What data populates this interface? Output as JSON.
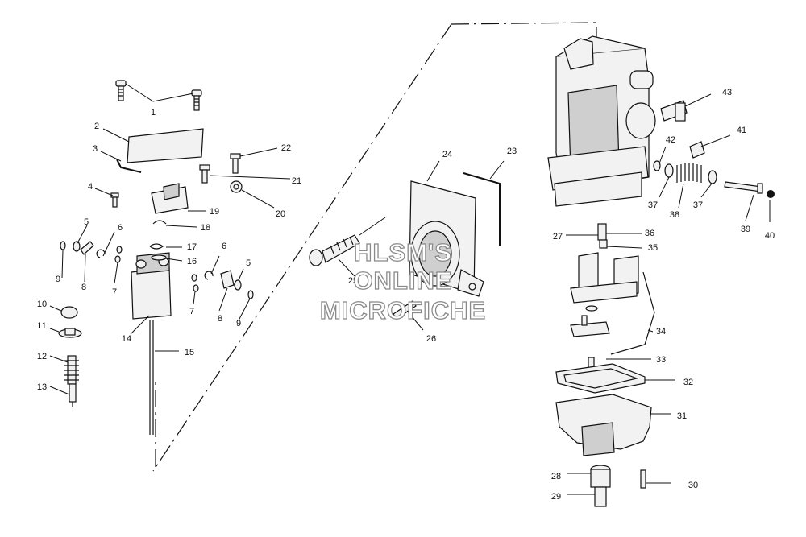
{
  "watermark": {
    "line1": "HLSM'S",
    "line2": "ONLINE",
    "line3": "MICROFICHE"
  },
  "callouts": [
    {
      "id": "c1",
      "text": "1"
    },
    {
      "id": "c2",
      "text": "2"
    },
    {
      "id": "c3",
      "text": "3"
    },
    {
      "id": "c4",
      "text": "4"
    },
    {
      "id": "c5a",
      "text": "5"
    },
    {
      "id": "c5b",
      "text": "5"
    },
    {
      "id": "c6a",
      "text": "6"
    },
    {
      "id": "c6b",
      "text": "6"
    },
    {
      "id": "c7a",
      "text": "7"
    },
    {
      "id": "c7b",
      "text": "7"
    },
    {
      "id": "c8a",
      "text": "8"
    },
    {
      "id": "c8b",
      "text": "8"
    },
    {
      "id": "c9a",
      "text": "9"
    },
    {
      "id": "c9b",
      "text": "9"
    },
    {
      "id": "c10",
      "text": "10"
    },
    {
      "id": "c11",
      "text": "11"
    },
    {
      "id": "c12",
      "text": "12"
    },
    {
      "id": "c13",
      "text": "13"
    },
    {
      "id": "c14",
      "text": "14"
    },
    {
      "id": "c15",
      "text": "15"
    },
    {
      "id": "c16",
      "text": "16"
    },
    {
      "id": "c17",
      "text": "17"
    },
    {
      "id": "c18",
      "text": "18"
    },
    {
      "id": "c19",
      "text": "19"
    },
    {
      "id": "c20",
      "text": "20"
    },
    {
      "id": "c21",
      "text": "21"
    },
    {
      "id": "c22",
      "text": "22"
    },
    {
      "id": "c23",
      "text": "23"
    },
    {
      "id": "c24",
      "text": "24"
    },
    {
      "id": "c25",
      "text": "25"
    },
    {
      "id": "c26",
      "text": "26"
    },
    {
      "id": "c27",
      "text": "27"
    },
    {
      "id": "c28",
      "text": "28"
    },
    {
      "id": "c29",
      "text": "29"
    },
    {
      "id": "c30",
      "text": "30"
    },
    {
      "id": "c31",
      "text": "31"
    },
    {
      "id": "c32",
      "text": "32"
    },
    {
      "id": "c33",
      "text": "33"
    },
    {
      "id": "c34",
      "text": "34"
    },
    {
      "id": "c35",
      "text": "35"
    },
    {
      "id": "c36",
      "text": "36"
    },
    {
      "id": "c37a",
      "text": "37"
    },
    {
      "id": "c37b",
      "text": "37"
    },
    {
      "id": "c38",
      "text": "38"
    },
    {
      "id": "c39",
      "text": "39"
    },
    {
      "id": "c40",
      "text": "40"
    },
    {
      "id": "c41",
      "text": "41"
    },
    {
      "id": "c42",
      "text": "42"
    },
    {
      "id": "c43",
      "text": "43"
    }
  ]
}
